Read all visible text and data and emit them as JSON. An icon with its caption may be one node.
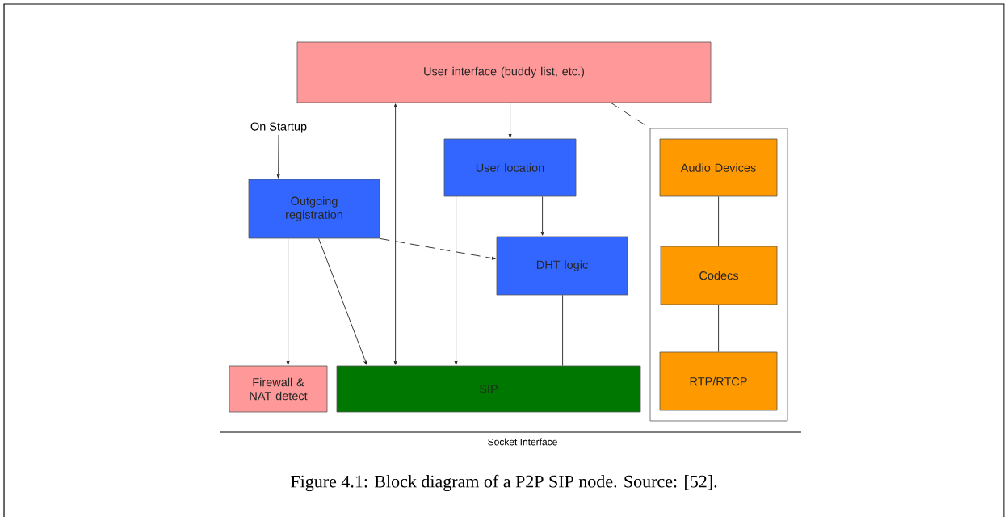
{
  "diagram": {
    "caption": "Figure 4.1: Block diagram of a P2P SIP node. Source: [52].",
    "nodes": [
      {
        "text": [
          "User interface (buddy list, etc.)"
        ]
      },
      {
        "text": [
          "On Startup"
        ]
      },
      {
        "text": [
          "Outgoing registration"
        ]
      },
      {
        "text": [
          "User location"
        ]
      },
      {
        "text": [
          "DHT logic"
        ]
      },
      {
        "text": [
          "Firewall & NAT detect"
        ]
      },
      {
        "text": [
          "SIP"
        ]
      },
      {
        "text": [],
        "shape": "box"
      },
      {
        "text": [
          "Audio Devices"
        ],
        "in": 7
      },
      {
        "text": [
          "Codecs"
        ],
        "in": 7
      },
      {
        "text": [
          "RTP/RTCP"
        ],
        "in": 7
      }
    ],
    "edges": [
      {
        "from": 0,
        "to": 3,
        "arrow": "to"
      },
      {
        "from": 6,
        "to": 0,
        "arrow": "both"
      },
      {
        "from": 1,
        "to": 2,
        "arrow": "to"
      },
      {
        "from": 2,
        "to": 5,
        "arrow": "to"
      },
      {
        "from": 2,
        "to": 6,
        "arrow": "to"
      },
      {
        "from": 2,
        "to": 4,
        "arrow": "to",
        "style": "dashed"
      },
      {
        "from": 3,
        "to": 6,
        "arrow": "to"
      },
      {
        "from": 3,
        "to": 4,
        "arrow": "to"
      },
      {
        "from": 4,
        "to": 6,
        "arrow": "none"
      },
      {
        "from": 0,
        "to": 7,
        "arrow": "none",
        "style": "dashed"
      },
      {
        "from": 8,
        "to": 9,
        "arrow": "none"
      },
      {
        "from": 9,
        "to": 10,
        "arrow": "none"
      }
    ],
    "labels": [
      "Socket Interface"
    ]
  }
}
